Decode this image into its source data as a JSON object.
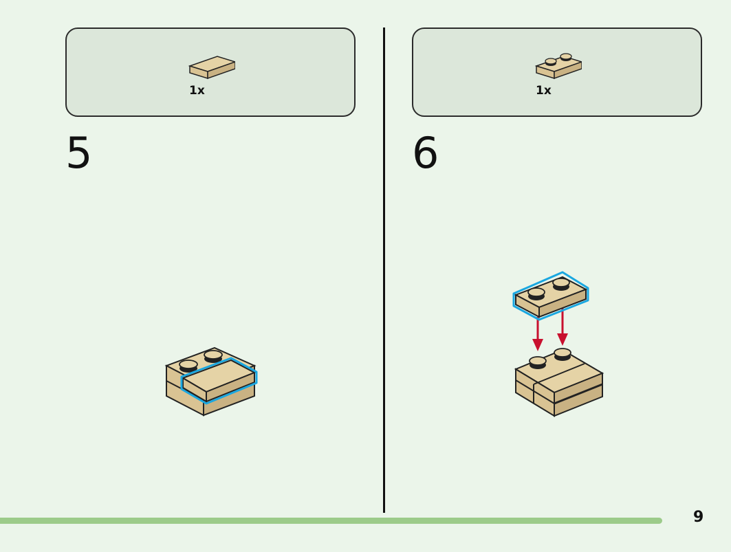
{
  "steps": [
    {
      "number": "5",
      "part_quantity": "1x",
      "part_icon": "tile-1x2-icon"
    },
    {
      "number": "6",
      "part_quantity": "1x",
      "part_icon": "plate-1x2-icon"
    }
  ],
  "page_number": "9",
  "colors": {
    "background": "#ebf5ea",
    "parts_panel": "#dce7da",
    "brick_tan": "#d9c393",
    "highlight": "#1aa7e0",
    "arrow": "#c8102e",
    "progress_bar": "#9ccb8a"
  }
}
